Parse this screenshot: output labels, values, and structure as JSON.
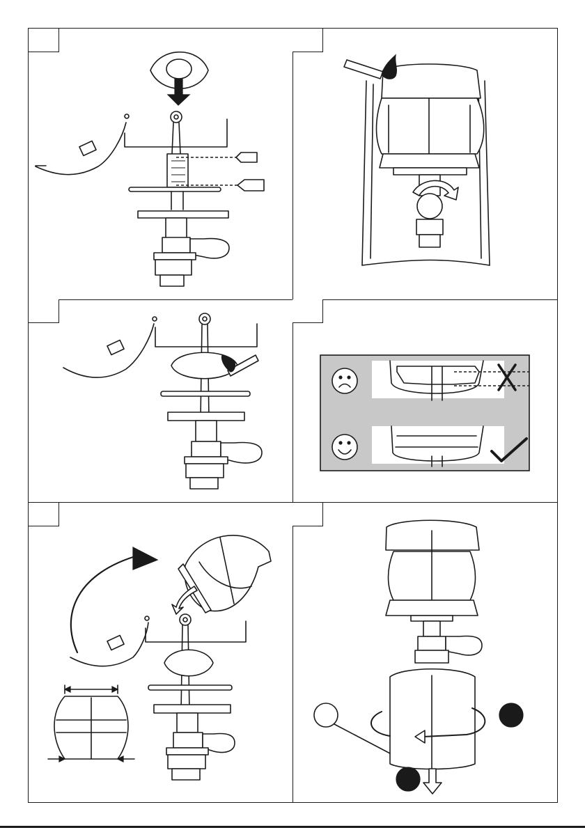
{
  "page": {
    "panels": [
      {
        "id": "step-1",
        "tab_label": "",
        "description_icons": [
          "mantle-icon",
          "down-arrow-icon",
          "insert-arrow-icon"
        ]
      },
      {
        "id": "step-2",
        "tab_label": "",
        "description_icons": [
          "lighter-flame-icon",
          "rotate-arrow-icon"
        ]
      },
      {
        "id": "step-3",
        "tab_label": "",
        "description_icons": [
          "lighter-flame-icon"
        ]
      },
      {
        "id": "step-4",
        "tab_label": "",
        "description_icons": [
          "sad-face-icon",
          "happy-face-icon",
          "cross-icon",
          "check-icon"
        ]
      },
      {
        "id": "step-5",
        "tab_label": "",
        "description_icons": [
          "curved-arrow-icon",
          "glass-globe-icon",
          "measure-arrows-icon"
        ]
      },
      {
        "id": "step-6",
        "tab_label": "",
        "description_icons": [
          "rotate-arrow-icon",
          "white-circle-icon",
          "black-circle-icon",
          "down-arrow-icon"
        ]
      }
    ]
  },
  "colors": {
    "ink": "#1a1a1a",
    "panel_gray": "#c8c8c8",
    "paper": "#ffffff"
  }
}
